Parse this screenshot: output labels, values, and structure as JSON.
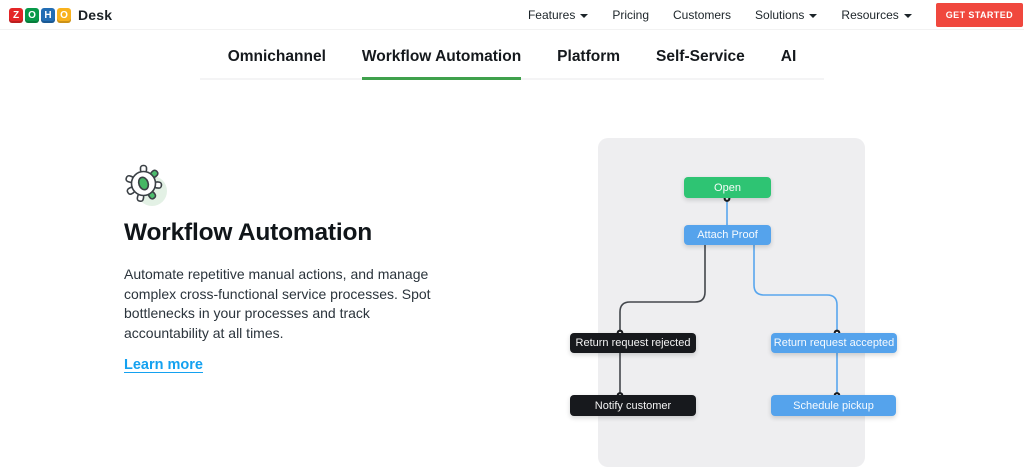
{
  "topnav": {
    "logo": {
      "letters": [
        "Z",
        "O",
        "H",
        "O"
      ],
      "letter_colors": [
        "#e42527",
        "#089949",
        "#226db4",
        "#f9b21d"
      ],
      "product": "Desk"
    },
    "items": [
      {
        "label": "Features",
        "has_dropdown": true
      },
      {
        "label": "Pricing",
        "has_dropdown": false
      },
      {
        "label": "Customers",
        "has_dropdown": false
      },
      {
        "label": "Solutions",
        "has_dropdown": true
      },
      {
        "label": "Resources",
        "has_dropdown": true
      }
    ],
    "cta_label": "GET STARTED",
    "cta_color": "#f0483e"
  },
  "tabs": {
    "items": [
      {
        "label": "Omnichannel",
        "active": false
      },
      {
        "label": "Workflow Automation",
        "active": true
      },
      {
        "label": "Platform",
        "active": false
      },
      {
        "label": "Self-Service",
        "active": false
      },
      {
        "label": "AI",
        "active": false
      }
    ],
    "active_underline_color": "#3fa14c"
  },
  "content": {
    "icon": "gear-icon",
    "heading": "Workflow Automation",
    "description": "Automate repetitive manual actions, and manage complex cross-functional service processes. Spot bottlenecks in your processes and track accountability at all times.",
    "learn_more_label": "Learn more",
    "link_color": "#14a1f0"
  },
  "flowchart": {
    "panel_color": "#eeeef0",
    "nodes": [
      {
        "id": "open",
        "label": "Open",
        "color": "#2ec473"
      },
      {
        "id": "attach",
        "label": "Attach Proof",
        "color": "#55a3ec"
      },
      {
        "id": "rejected",
        "label": "Return request rejected",
        "color": "#17191d"
      },
      {
        "id": "accepted",
        "label": "Return request accepted",
        "color": "#55a3ec"
      },
      {
        "id": "notify",
        "label": "Notify customer",
        "color": "#17191d"
      },
      {
        "id": "schedule",
        "label": "Schedule pickup",
        "color": "#55a3ec"
      }
    ],
    "edges": [
      {
        "from": "open",
        "to": "attach",
        "color": "#58a6ee"
      },
      {
        "from": "attach",
        "to": "rejected",
        "color": "#43474c"
      },
      {
        "from": "attach",
        "to": "accepted",
        "color": "#58a6ee"
      },
      {
        "from": "rejected",
        "to": "notify",
        "color": "#43474c"
      },
      {
        "from": "accepted",
        "to": "schedule",
        "color": "#58a6ee"
      }
    ]
  }
}
